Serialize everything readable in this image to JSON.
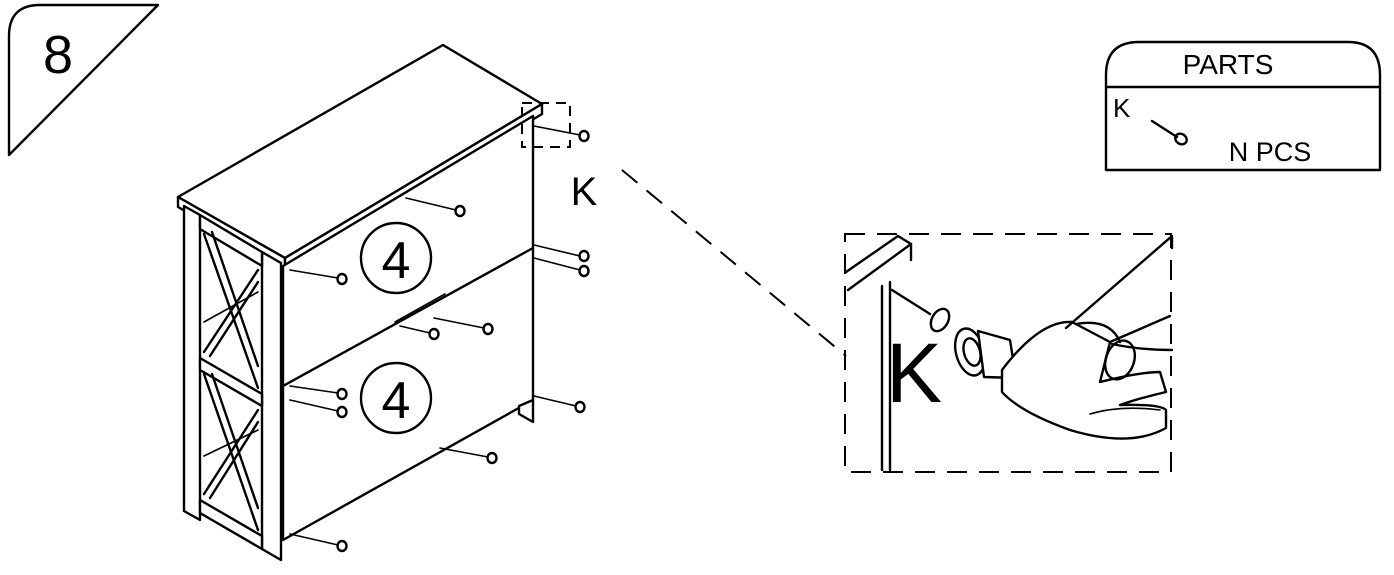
{
  "step": {
    "number": "8"
  },
  "parts_box": {
    "title": "PARTS",
    "part_letter": "K",
    "quantity": "N PCS",
    "part_icon": "nail-icon"
  },
  "assembly": {
    "upper_panel_count": "4",
    "lower_panel_count": "4",
    "callout_part_label": "K",
    "nail_icon": "nail-icon"
  },
  "detail": {
    "part_label": "K",
    "tool_icon": "hammer-icon",
    "fastener_icon": "nail-icon"
  }
}
